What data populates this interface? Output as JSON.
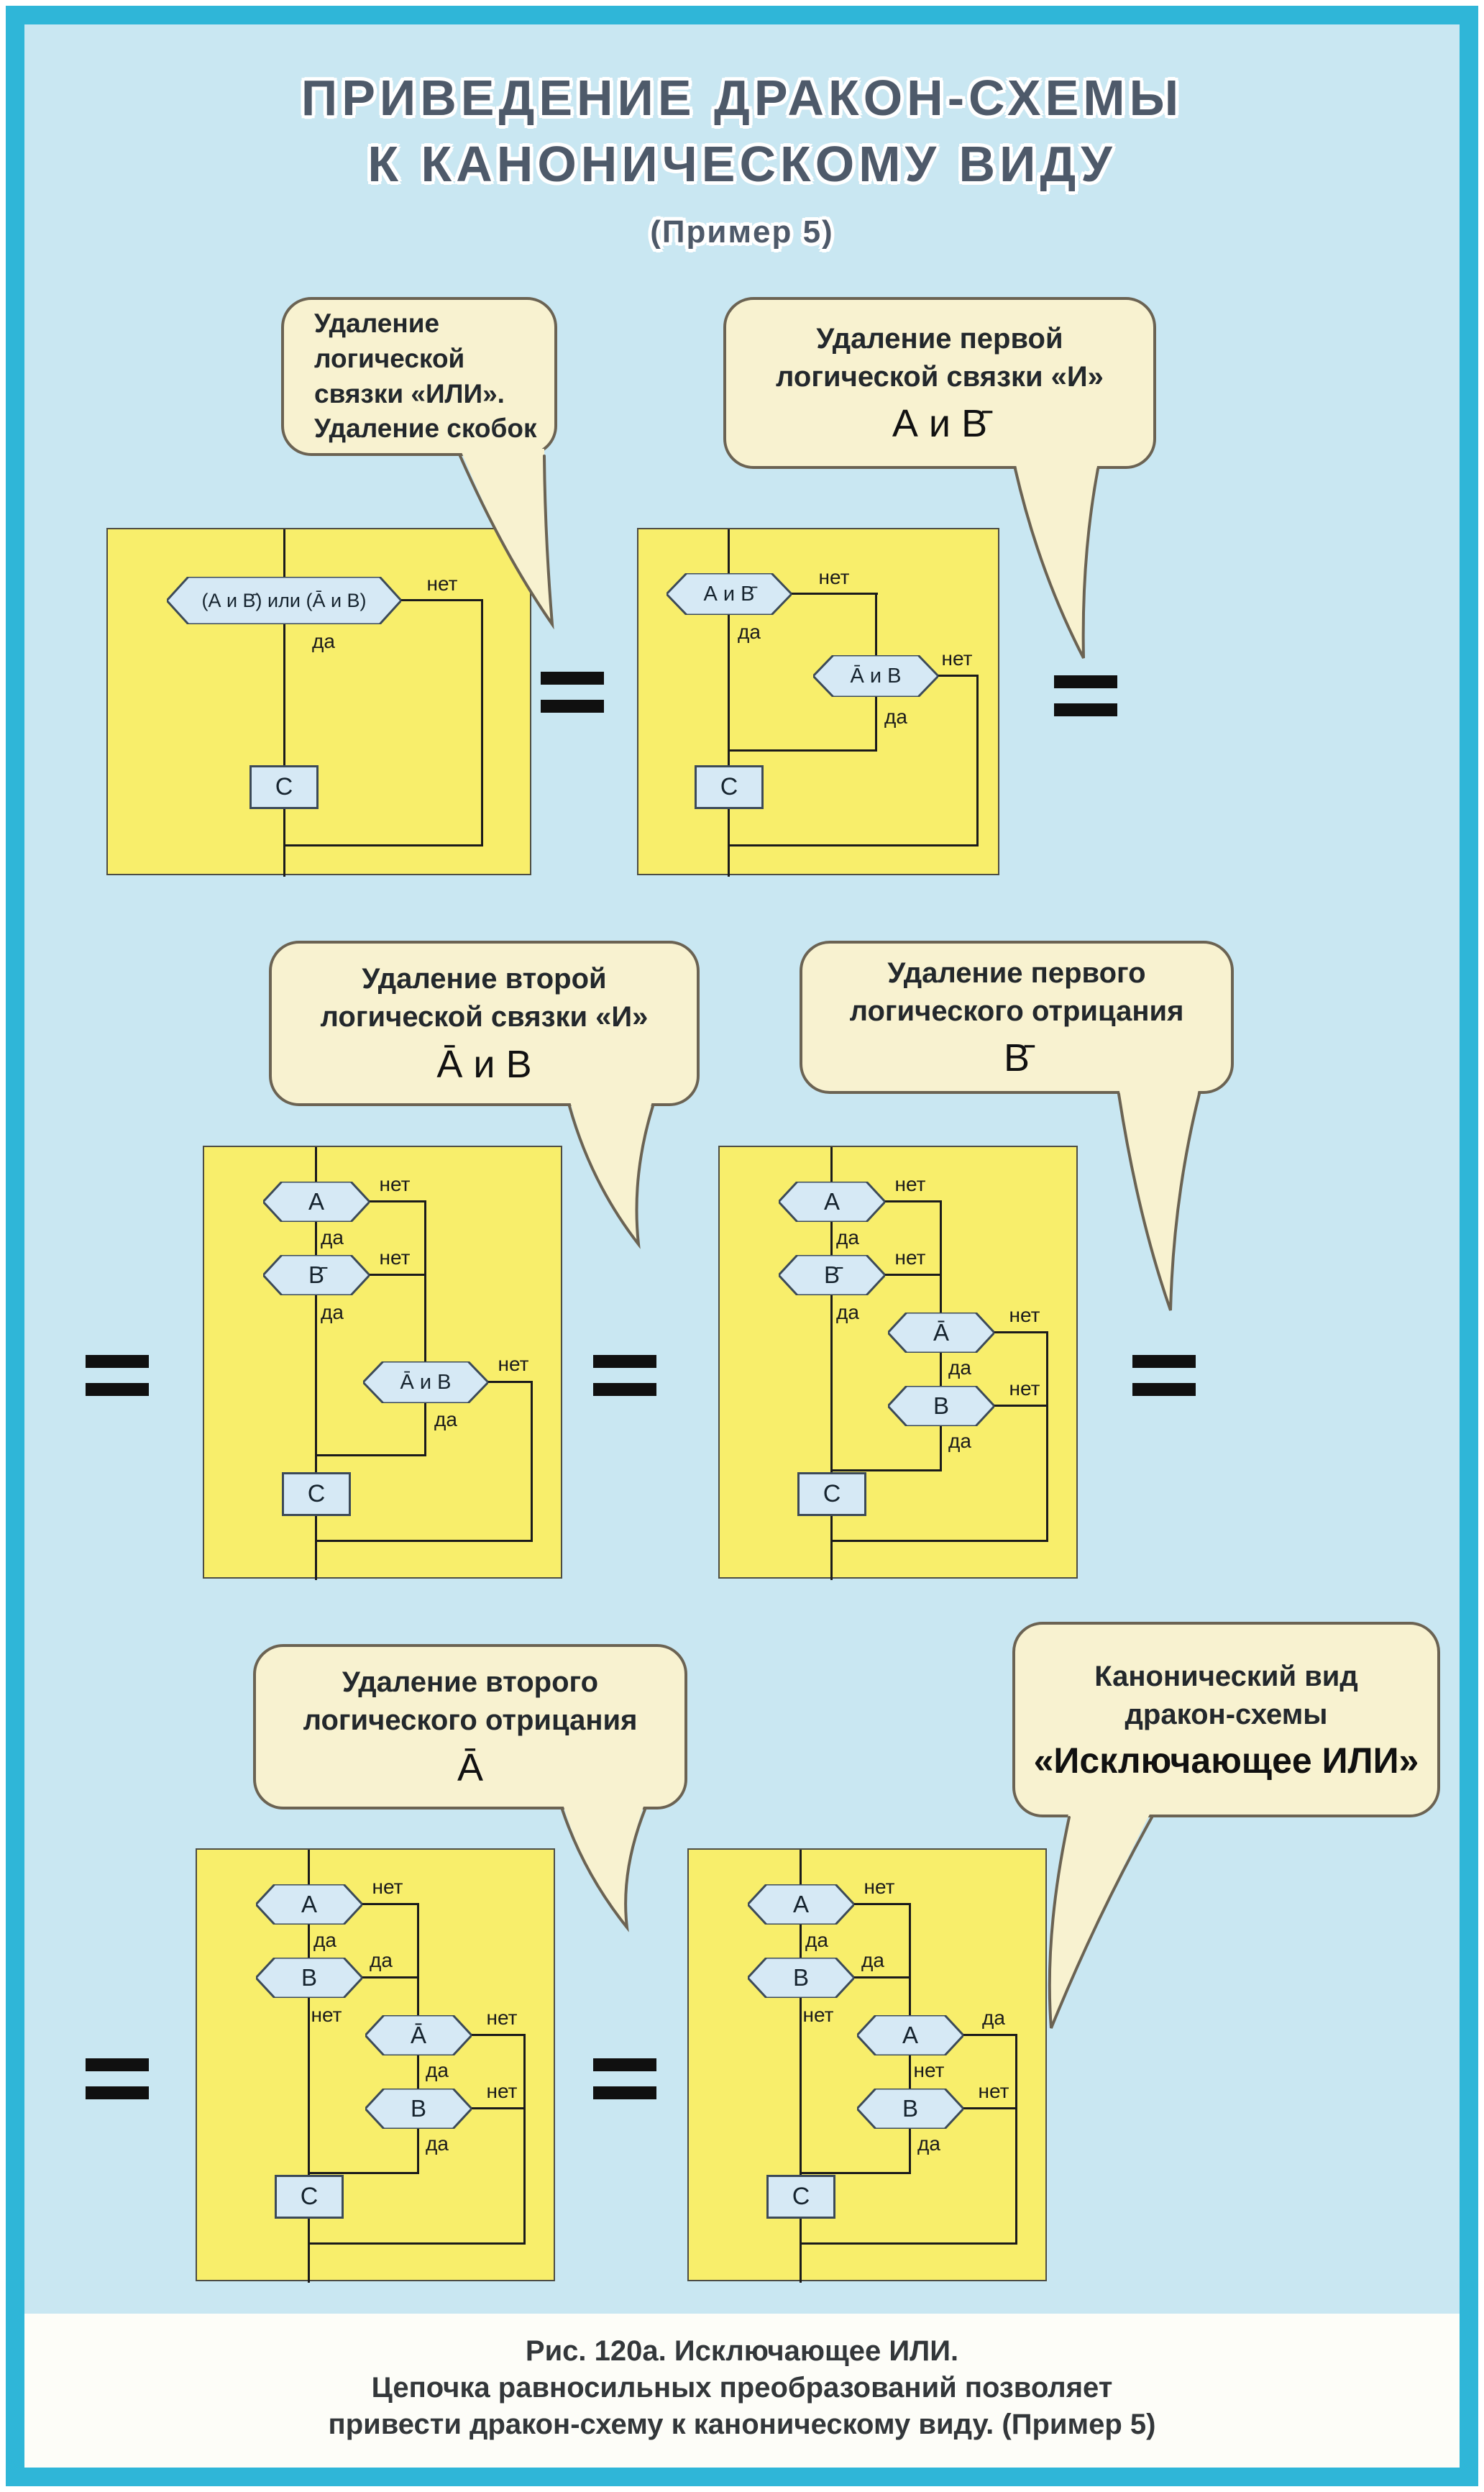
{
  "title": {
    "line1": "ПРИВЕДЕНИЕ ДРАКОН-СХЕМЫ",
    "line2": "К КАНОНИЧЕСКОМУ ВИДУ",
    "subtitle": "(Пример 5)"
  },
  "branch_labels": {
    "yes": "да",
    "no": "нет"
  },
  "callouts": [
    {
      "lines": [
        "Удаление",
        "логической",
        "связки «ИЛИ».",
        "Удаление скобок"
      ]
    },
    {
      "lines": [
        "Удаление первой",
        "логической связки «И»"
      ],
      "formula": "А и В̄"
    },
    {
      "lines": [
        "Удаление второй",
        "логической связки «И»"
      ],
      "formula": "А̄ и В"
    },
    {
      "lines": [
        "Удаление первого",
        "логического отрицания"
      ],
      "formula": "В̄"
    },
    {
      "lines": [
        "Удаление второго",
        "логического отрицания"
      ],
      "formula": "А̄"
    },
    {
      "lines": [
        "Канонический вид",
        "дракон-схемы"
      ],
      "formula": "«Исключающее ИЛИ»"
    }
  ],
  "panels": [
    {
      "hexes": [
        "(А и В̄) или (А̄ и В)"
      ],
      "action": "С"
    },
    {
      "hexes": [
        "А и В̄",
        "А̄ и В"
      ],
      "action": "С"
    },
    {
      "hexes": [
        "А",
        "В̄",
        "А̄ и В"
      ],
      "action": "С"
    },
    {
      "hexes": [
        "А",
        "В̄",
        "А̄",
        "В"
      ],
      "action": "С"
    },
    {
      "hexes": [
        "А",
        "В",
        "А̄",
        "В"
      ],
      "action": "С"
    },
    {
      "hexes": [
        "А",
        "В",
        "А",
        "В"
      ],
      "action": "С"
    }
  ],
  "caption": {
    "line1": "Рис. 120а. Исключающее ИЛИ.",
    "line2": "Цепочка равносильных преобразований позволяет",
    "line3": "привести дракон-схему к каноническому виду. (Пример 5)"
  },
  "colors": {
    "frame": "#2fb6d8",
    "background": "#c9e7f2",
    "panel": "#f8ee6b",
    "bubble": "#f8f2d0",
    "icon_fill": "#d6e9f5"
  }
}
